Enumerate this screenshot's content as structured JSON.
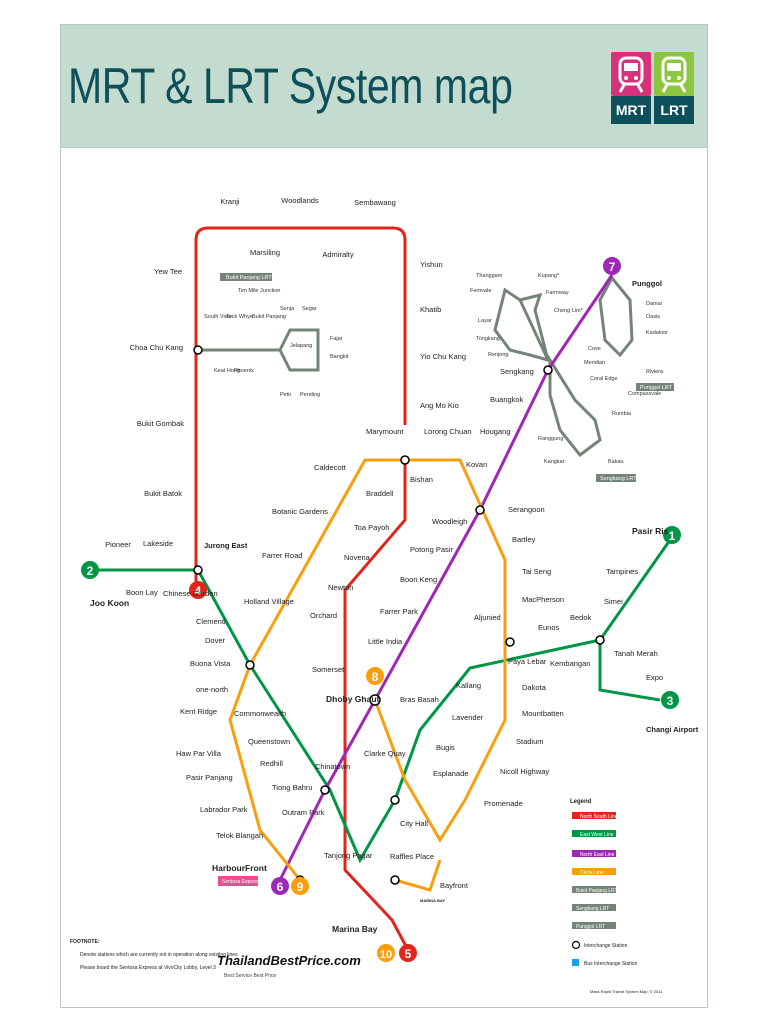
{
  "title": "MRT & LRT System map",
  "badges": [
    {
      "label": "MRT",
      "color": "#d6317a"
    },
    {
      "label": "LRT",
      "color": "#8cc63f"
    }
  ],
  "colors": {
    "north_south": "#e1251b",
    "east_west": "#009645",
    "north_east": "#9e28b5",
    "circle": "#fa9e0d",
    "lrt": "#748477",
    "accent": "#0d4f5a"
  },
  "line_numbers": [
    "1",
    "2",
    "3",
    "4",
    "5",
    "6",
    "7",
    "8",
    "9",
    "10"
  ],
  "stations": {
    "kranji": "Kranji",
    "woodlands": "Woodlands",
    "sembawang": "Sembawang",
    "marsiling": "Marsiling",
    "admiralty": "Admiralty",
    "yishun": "Yishun",
    "khatib": "Khatib",
    "yio_chu_kang": "Yio Chu Kang",
    "ang_mo_kio": "Ang Mo Kio",
    "yew_tee": "Yew Tee",
    "choa_chu_kang": "Choa Chu Kang",
    "bukit_gombak": "Bukit Gombak",
    "bukit_batok": "Bukit Batok",
    "jurong_east": "Jurong East",
    "pioneer": "Pioneer",
    "lakeside": "Lakeside",
    "joo_koon": "Joo Koon",
    "boon_lay": "Boon Lay",
    "chinese_garden": "Chinese Garden",
    "clementi": "Clementi",
    "dover": "Dover",
    "buona_vista": "Buona Vista",
    "commonwealth": "Commonwealth",
    "queenstown": "Queenstown",
    "redhill": "Redhill",
    "tiong_bahru": "Tiong Bahru",
    "outram_park": "Outram Park",
    "tanjong_pagar": "Tanjong Pagar",
    "raffles_place": "Raffles Place",
    "city_hall": "City Hall",
    "bugis": "Bugis",
    "lavender": "Lavender",
    "kallang": "Kallang",
    "aljunied": "Aljunied",
    "paya_lebar": "Paya Lebar",
    "eunos": "Eunos",
    "kembangan": "Kembangan",
    "bedok": "Bedok",
    "tanah_merah": "Tanah Merah",
    "simei": "Simei",
    "tampines": "Tampines",
    "pasir_ris": "Pasir Ris",
    "expo": "Expo",
    "changi_airport": "Changi Airport",
    "harbourfront": "HarbourFront",
    "chinatown": "Chinatown",
    "clarke_quay": "Clarke Quay",
    "dhoby_ghaut": "Dhoby Ghaut",
    "little_india": "Little India",
    "farrer_park": "Farrer Park",
    "boon_keng": "Boon Keng",
    "potong_pasir": "Potong Pasir",
    "woodleigh": "Woodleigh",
    "serangoon": "Serangoon",
    "kovan": "Kovan",
    "hougang": "Hougang",
    "buangkok": "Buangkok",
    "sengkang": "Sengkang",
    "punggol": "Punggol",
    "marina_bay": "Marina Bay",
    "bayfront": "Bayfront",
    "promenade": "Promenade",
    "esplanade": "Esplanade",
    "bras_basah": "Bras Basah",
    "nicoll_highway": "Nicoll Highway",
    "stadium": "Stadium",
    "mountbatten": "Mountbatten",
    "dakota": "Dakota",
    "macpherson": "MacPherson",
    "tai_seng": "Tai Seng",
    "bartley": "Bartley",
    "lorong_chuan": "Lorong Chuan",
    "marymount": "Marymount",
    "caldecott": "Caldecott",
    "bishan": "Bishan",
    "braddell": "Braddell",
    "toa_payoh": "Toa Payoh",
    "novena": "Novena",
    "newton": "Newton",
    "orchard": "Orchard",
    "somerset": "Somerset",
    "botanic_gardens": "Botanic Gardens",
    "farrer_road": "Farrer Road",
    "holland_village": "Holland Village",
    "one_north": "one-north",
    "kent_ridge": "Kent Ridge",
    "haw_par_villa": "Haw Par Villa",
    "pasir_panjang": "Pasir  Panjang",
    "labrador_park": "Labrador Park",
    "telok_blangah": "Telok Blangah",
    "bukit_panjang_lrt": "Bukit Panjang LRT",
    "ten_mile_junction": "Ten Mile Junction",
    "south_view": "South View",
    "teck_whye": "Teck Whye",
    "keat_hong": "Keat Hong",
    "phoenix": "Phoenix",
    "bukit_panjang": "Bukit Panjang",
    "senja": "Senja",
    "segar": "Segar",
    "fajar": "Fajar",
    "jelapang": "Jelapang",
    "bangkit": "Bangkit",
    "petir": "Petir",
    "pending": "Pending",
    "thanggam": "Thanggam",
    "kupang": "Kupang*",
    "fernvale": "Fernvale",
    "farmway": "Farmway",
    "cheng_lim": "Cheng Lim*",
    "layar": "Layar",
    "tongkang": "Tongkang",
    "renjong": "Renjong",
    "damai": "Damai",
    "oasis": "Oasis",
    "kadaloor": "Kadaloor",
    "riviera": "Riviera",
    "cove": "Cove",
    "meridian": "Meridian",
    "coral_edge": "Coral Edge",
    "compassvale": "Compassvale",
    "rumbia": "Rumbia",
    "ranggung": "Ranggung",
    "kangkar": "Kangkar",
    "bakau": "Bakau",
    "sengkang_lrt": "Sengkang LRT",
    "punggol_lrt": "Punggol LRT"
  },
  "legend": {
    "title": "Legend",
    "lines": [
      "North South Line",
      "East West Line",
      "North East Line",
      "Circle Line",
      "Bukit Panjang LRT",
      "Sengkang LRT",
      "Punggol LRT"
    ],
    "interchange": "Interchange Station",
    "bus_interchange": "Bus Interchange Station"
  },
  "footnote": {
    "title": "FOOTNOTE:",
    "note1": "Denote stations which are currently not in operation along existing lines",
    "note2": "Please board the Sentosa Express at VivoCity Lobby, Level 3",
    "brand": "ThailandBestPrice.com",
    "tagline": "Best Service Best Price",
    "credit": "Mass Rapid Transit System Map, © 2011",
    "marina_bay_sands": "MARINA BAY",
    "sentosa": "Sentosa Express"
  }
}
